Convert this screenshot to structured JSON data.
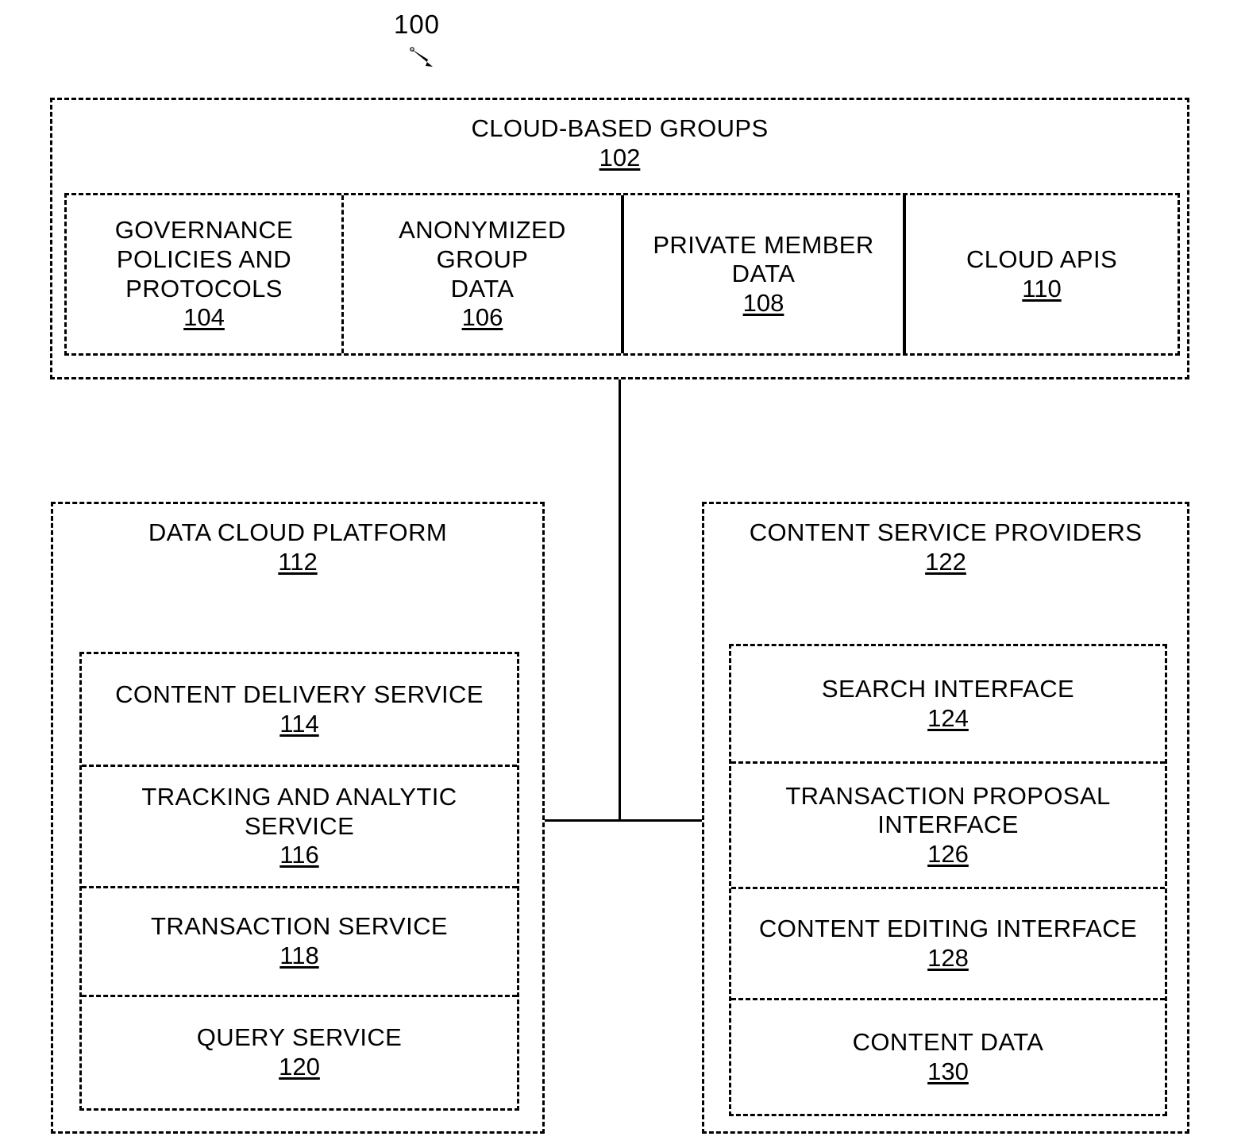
{
  "figure": {
    "number": "100",
    "arrow_icon": "lead-line-arrow"
  },
  "cloud_groups": {
    "title": "CLOUD-BASED GROUPS",
    "ref": "102",
    "cells": [
      {
        "title": "GOVERNANCE\nPOLICIES AND\nPROTOCOLS",
        "ref": "104"
      },
      {
        "title": "ANONYMIZED\nGROUP\nDATA",
        "ref": "106"
      },
      {
        "title": "PRIVATE MEMBER\nDATA",
        "ref": "108"
      },
      {
        "title": "CLOUD APIS",
        "ref": "110"
      }
    ]
  },
  "data_cloud_platform": {
    "title": "DATA CLOUD PLATFORM",
    "ref": "112",
    "cells": [
      {
        "title": "CONTENT DELIVERY SERVICE",
        "ref": "114"
      },
      {
        "title": "TRACKING AND ANALYTIC\nSERVICE",
        "ref": "116"
      },
      {
        "title": "TRANSACTION SERVICE",
        "ref": "118"
      },
      {
        "title": "QUERY SERVICE",
        "ref": "120"
      }
    ]
  },
  "content_service_providers": {
    "title": "CONTENT SERVICE PROVIDERS",
    "ref": "122",
    "cells": [
      {
        "title": "SEARCH INTERFACE",
        "ref": "124"
      },
      {
        "title": "TRANSACTION PROPOSAL\nINTERFACE",
        "ref": "126"
      },
      {
        "title": "CONTENT EDITING INTERFACE",
        "ref": "128"
      },
      {
        "title": "CONTENT DATA",
        "ref": "130"
      }
    ]
  },
  "connectors": {
    "vertical_label": "cloud-groups-to-platforms-trunk",
    "horizontal_label": "platform-to-providers-link"
  },
  "colors": {
    "stroke": "#000000",
    "background": "#ffffff"
  }
}
